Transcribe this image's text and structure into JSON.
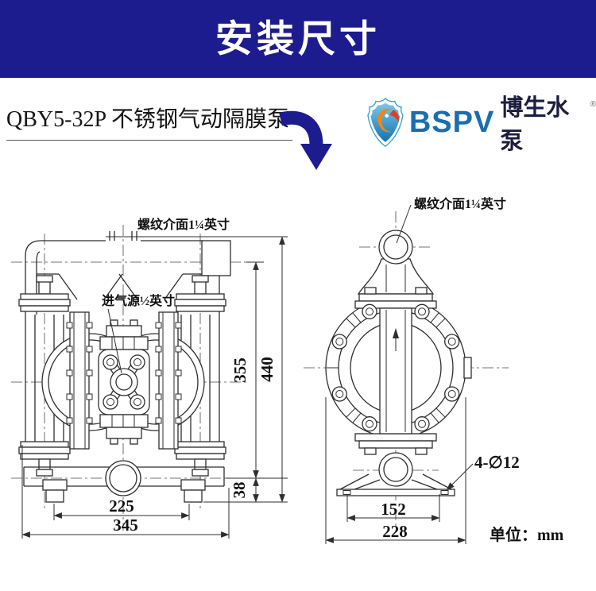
{
  "header": {
    "title": "安装尺寸",
    "bg_color": "#1d1c8e",
    "text_color": "#ffffff"
  },
  "product": {
    "title": "QBY5-32P 不锈钢气动隔膜泵"
  },
  "brand": {
    "abbr": "BSPV",
    "name": "博生水泵",
    "registered_mark": "®",
    "abbr_color": "#1a6eb0"
  },
  "front_view": {
    "thread_label": "螺纹介面1¼英寸",
    "air_inlet_label": "进气源½英寸",
    "dim_feet_spacing": "225",
    "dim_overall_width": "345",
    "dim_port_height": "38",
    "dim_body_height": "355",
    "dim_overall_height": "440"
  },
  "side_view": {
    "thread_label": "螺纹介面1¼英寸",
    "mount_holes_label": "4-∅12",
    "dim_feet_spacing": "152",
    "dim_overall_width": "228"
  },
  "units_label": "单位：mm",
  "line_color": "#2e2e2e",
  "arrow_color": "#1d1c8e"
}
